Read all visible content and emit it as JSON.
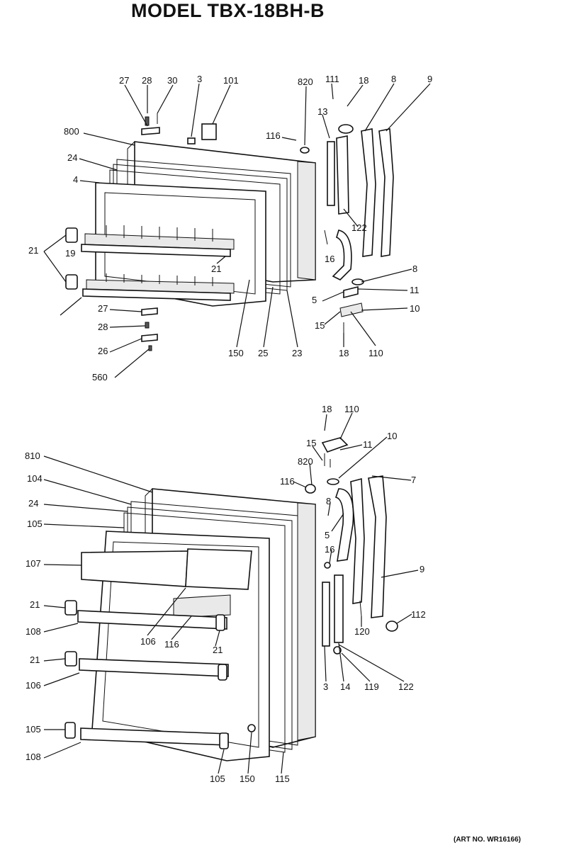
{
  "title": "MODEL TBX-18BH-B",
  "art_number": "(ART NO. WR16166)",
  "colors": {
    "ink": "#111111",
    "paper": "#ffffff"
  },
  "callouts": [
    "27",
    "28",
    "30",
    "3",
    "101",
    "820",
    "111",
    "18",
    "8",
    "9",
    "800",
    "116",
    "13",
    "24",
    "4",
    "122",
    "21",
    "16",
    "19",
    "21",
    "8",
    "5",
    "11",
    "10",
    "15",
    "27",
    "28",
    "26",
    "18",
    "110",
    "560",
    "150",
    "25",
    "23",
    "18",
    "110",
    "15",
    "11",
    "10",
    "820",
    "116",
    "7",
    "810",
    "104",
    "24",
    "8",
    "105",
    "5",
    "16",
    "107",
    "9",
    "21",
    "106",
    "116",
    "108",
    "21",
    "120",
    "112",
    "21",
    "106",
    "3",
    "14",
    "119",
    "122",
    "105",
    "108",
    "105",
    "150",
    "115"
  ]
}
